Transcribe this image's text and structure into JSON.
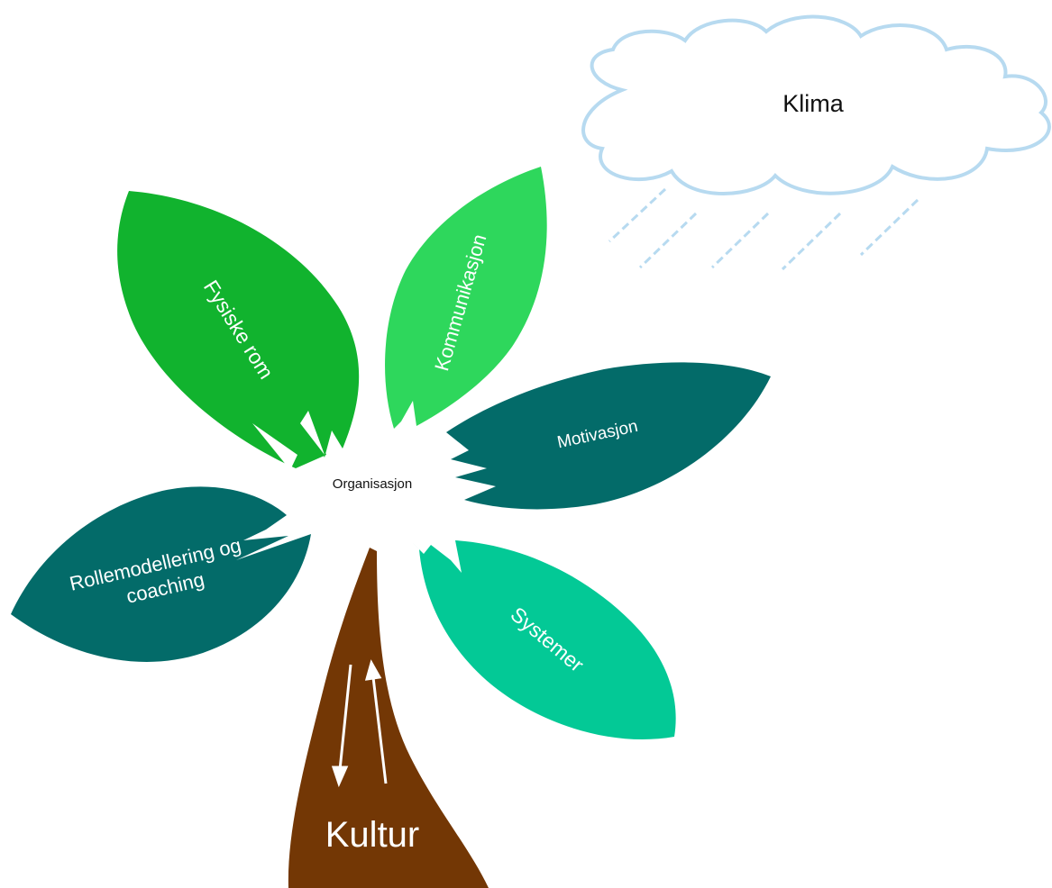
{
  "climate": {
    "label": "Klima"
  },
  "center": {
    "label": "Organisasjon"
  },
  "stem": {
    "label": "Kultur"
  },
  "petals": [
    {
      "key": "fysiske-rom",
      "label": "Fysiske rom",
      "color": "#11b32e"
    },
    {
      "key": "kommunikasjon",
      "label": "Kommunikasjon",
      "color": "#2ed75c"
    },
    {
      "key": "motivasjon",
      "label": "Motivasjon",
      "color": "#036b69"
    },
    {
      "key": "rollemodellering",
      "label_line1": "Rollemodellering og",
      "label_line2": "coaching",
      "color": "#036b69"
    },
    {
      "key": "systemer",
      "label": "Systemer",
      "color": "#03c996"
    }
  ],
  "colors": {
    "cloud_stroke": "#b7daf0",
    "rain": "#b7daf0",
    "stem": "#733705",
    "arrows": "#ffffff"
  }
}
